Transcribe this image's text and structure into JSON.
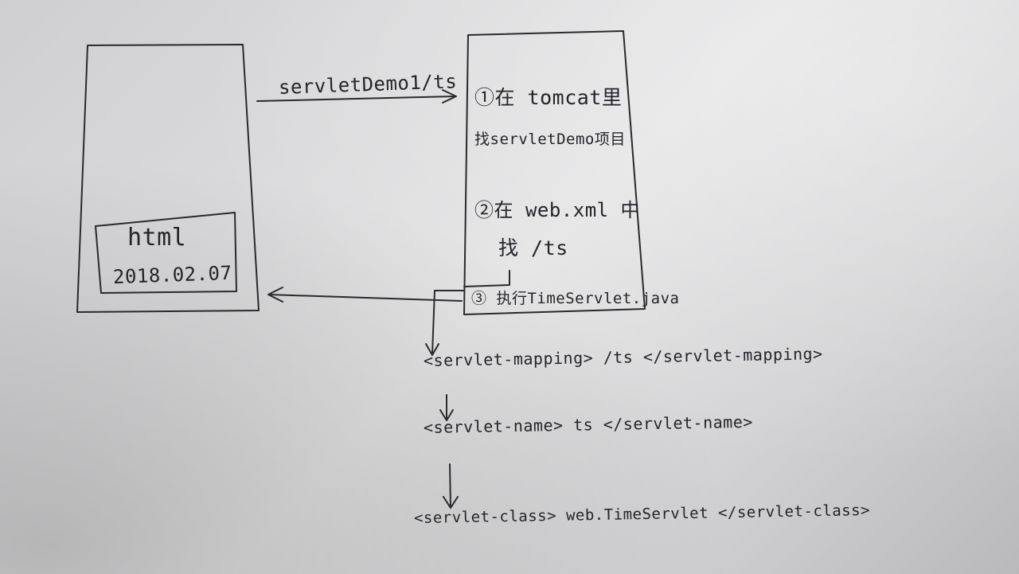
{
  "browser_box": {
    "inner_title": "html",
    "inner_date": "2018.02.07"
  },
  "request_arrow": {
    "label": "servletDemo1/ts"
  },
  "server_box": {
    "steps": [
      {
        "line1": "①在 tomcat里",
        "line2": "找servletDemo项目"
      },
      {
        "line1": "②在 web.xml 中",
        "line2": "找 /ts"
      },
      {
        "line1": "③ 执行TimeServlet.java"
      }
    ]
  },
  "mapping_chain": [
    "<servlet-mapping> /ts </servlet-mapping>",
    "<servlet-name> ts </servlet-name>",
    "<servlet-class> web.TimeServlet </servlet-class>"
  ]
}
